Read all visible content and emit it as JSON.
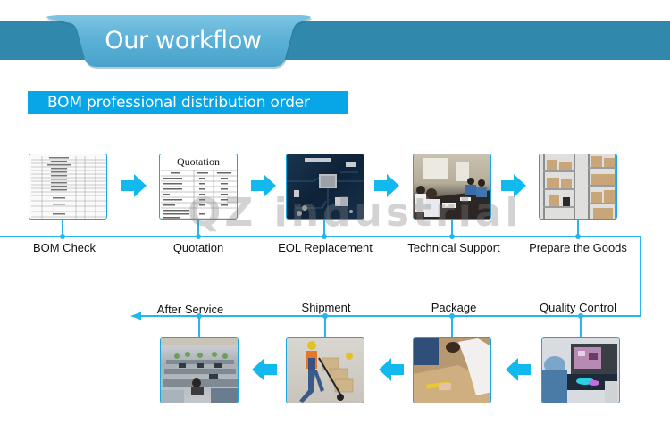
{
  "header": {
    "title": "Our workflow",
    "subtitle": "BOM professional distribution order"
  },
  "colors": {
    "banner": "#3089ad",
    "tab": "#5ab0d6",
    "subtitle_bg": "#08a6e6",
    "flow_line": "#26b5ec",
    "arrow": "#11b9ef"
  },
  "watermark": "QZ industrial",
  "steps_top": [
    {
      "label": "BOM Check",
      "image": "bom-spreadsheet-image"
    },
    {
      "label": "Quotation",
      "image": "quotation-document-image",
      "doc_title": "Quotation"
    },
    {
      "label": "EOL Replacement",
      "image": "circuit-board-image"
    },
    {
      "label": "Technical Support",
      "image": "meeting-room-image"
    },
    {
      "label": "Prepare the Goods",
      "image": "warehouse-shelves-image"
    }
  ],
  "steps_bottom": [
    {
      "label": "Quality Control",
      "image": "inspection-machine-image"
    },
    {
      "label": "Package",
      "image": "packing-boxes-image"
    },
    {
      "label": "Shipment",
      "image": "hand-truck-worker-image"
    },
    {
      "label": "After Service",
      "image": "office-cubicles-image"
    }
  ]
}
